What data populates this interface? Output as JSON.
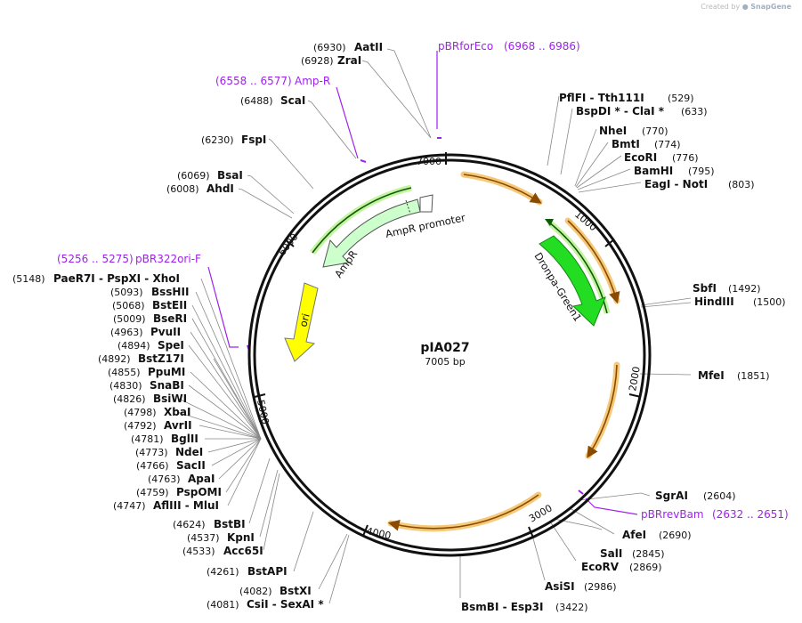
{
  "watermark": {
    "prefix": "Created by",
    "brand": "SnapGene"
  },
  "plasmid": {
    "name": "pIA027",
    "length_label": "7005 bp",
    "length": 7005
  },
  "tick_labels": [
    "1000",
    "2000",
    "3000",
    "4000",
    "5000",
    "6000",
    "7000"
  ],
  "colors": {
    "backbone": "#111111",
    "primer": "#a020f0",
    "orange_feature": "#f0a030",
    "dronpa": "#22dd22",
    "ampr": "#ccffcc",
    "ori": "#ffff00"
  },
  "features": [
    {
      "key": "ampr_promoter",
      "label": "AmpR promoter",
      "type": "promoter"
    },
    {
      "key": "ampr",
      "label": "AmpR",
      "type": "cds"
    },
    {
      "key": "dronpa",
      "label": "Dronpa-Green1",
      "type": "cds"
    },
    {
      "key": "ori",
      "label": "ori",
      "type": "rep_origin"
    }
  ],
  "primers": [
    {
      "key": "pbrforeco",
      "label": "pBRforEco",
      "range": "(6968 .. 6986)"
    },
    {
      "key": "ampr_primer",
      "label": "Amp-R",
      "range": "(6558 .. 6577)"
    },
    {
      "key": "pbr322ori",
      "label": "pBR322ori-F",
      "range": "(5256 .. 5275)"
    },
    {
      "key": "pbrrevbam",
      "label": "pBRrevBam",
      "range": "(2632 .. 2651)"
    }
  ],
  "sites": [
    {
      "key": "aatii",
      "name": "AatII",
      "pos": "(6930)"
    },
    {
      "key": "zrai",
      "name": "ZraI",
      "pos": "(6928)"
    },
    {
      "key": "scai",
      "name": "ScaI",
      "pos": "(6488)"
    },
    {
      "key": "fspi",
      "name": "FspI",
      "pos": "(6230)"
    },
    {
      "key": "bsai",
      "name": "BsaI",
      "pos": "(6069)"
    },
    {
      "key": "ahdi",
      "name": "AhdI",
      "pos": "(6008)"
    },
    {
      "key": "paer7i",
      "name": "PaeR7I  - PspXI  - XhoI",
      "pos": "(5148)"
    },
    {
      "key": "bsshii",
      "name": "BssHII",
      "pos": "(5093)"
    },
    {
      "key": "bsteii",
      "name": "BstEII",
      "pos": "(5068)"
    },
    {
      "key": "bseri",
      "name": "BseRI",
      "pos": "(5009)"
    },
    {
      "key": "pvuii",
      "name": "PvuII",
      "pos": "(4963)"
    },
    {
      "key": "spei",
      "name": "SpeI",
      "pos": "(4894)"
    },
    {
      "key": "bstz17i",
      "name": "BstZ17I",
      "pos": "(4892)"
    },
    {
      "key": "ppumi",
      "name": "PpuMI",
      "pos": "(4855)"
    },
    {
      "key": "snabi",
      "name": "SnaBI",
      "pos": "(4830)"
    },
    {
      "key": "bsiwi",
      "name": "BsiWI",
      "pos": "(4826)"
    },
    {
      "key": "xbai",
      "name": "XbaI",
      "pos": "(4798)"
    },
    {
      "key": "avrii",
      "name": "AvrII",
      "pos": "(4792)"
    },
    {
      "key": "bglii",
      "name": "BglII",
      "pos": "(4781)"
    },
    {
      "key": "ndei",
      "name": "NdeI",
      "pos": "(4773)"
    },
    {
      "key": "sacii",
      "name": "SacII",
      "pos": "(4766)"
    },
    {
      "key": "apai",
      "name": "ApaI",
      "pos": "(4763)"
    },
    {
      "key": "pspomi",
      "name": "PspOMI",
      "pos": "(4759)"
    },
    {
      "key": "afliii",
      "name": "AflIII  - MluI",
      "pos": "(4747)"
    },
    {
      "key": "bstbi",
      "name": "BstBI",
      "pos": "(4624)"
    },
    {
      "key": "kpni",
      "name": "KpnI",
      "pos": "(4537)"
    },
    {
      "key": "acc65i",
      "name": "Acc65I",
      "pos": "(4533)"
    },
    {
      "key": "bstapi",
      "name": "BstAPI",
      "pos": "(4261)"
    },
    {
      "key": "bstxi",
      "name": "BstXI",
      "pos": "(4082)"
    },
    {
      "key": "csii",
      "name": "CsiI  - SexAI *",
      "pos": "(4081)"
    },
    {
      "key": "bsmbi",
      "name": "BsmBI  - Esp3I",
      "pos": "(3422)"
    },
    {
      "key": "asisi",
      "name": "AsiSI",
      "pos": "(2986)"
    },
    {
      "key": "ecorv",
      "name": "EcoRV",
      "pos": "(2869)"
    },
    {
      "key": "sali",
      "name": "SalI",
      "pos": "(2845)"
    },
    {
      "key": "afei",
      "name": "AfeI",
      "pos": "(2690)"
    },
    {
      "key": "sgrai",
      "name": "SgrAI",
      "pos": "(2604)"
    },
    {
      "key": "mfei",
      "name": "MfeI",
      "pos": "(1851)"
    },
    {
      "key": "hindiii",
      "name": "HindIII",
      "pos": "(1500)"
    },
    {
      "key": "sbfi",
      "name": "SbfI",
      "pos": "(1492)"
    },
    {
      "key": "eagi",
      "name": "EagI  - NotI",
      "pos": "(803)"
    },
    {
      "key": "bamhi",
      "name": "BamHI",
      "pos": "(795)"
    },
    {
      "key": "ecori",
      "name": "EcoRI",
      "pos": "(776)"
    },
    {
      "key": "bmti",
      "name": "BmtI",
      "pos": "(774)"
    },
    {
      "key": "nhei",
      "name": "NheI",
      "pos": "(770)"
    },
    {
      "key": "bspdi",
      "name": "BspDI *  - ClaI *",
      "pos": "(633)"
    },
    {
      "key": "pflfi",
      "name": "PflFI  - Tth111I",
      "pos": "(529)"
    }
  ]
}
